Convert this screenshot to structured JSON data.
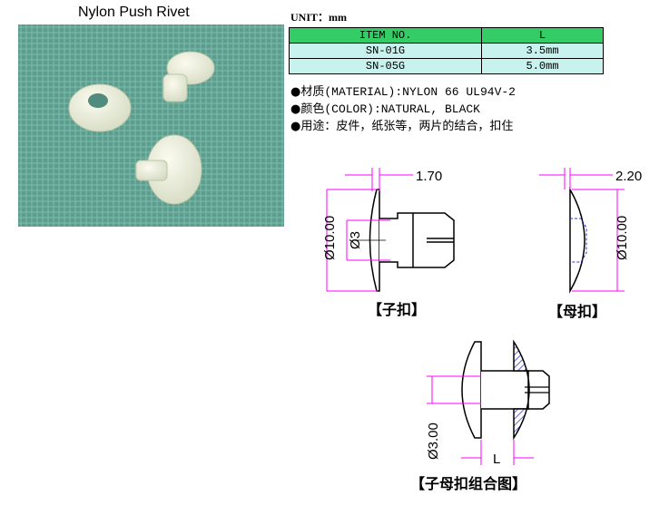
{
  "title": "Nylon Push Rivet",
  "unit_label": "UNIT：mm",
  "table": {
    "headers": [
      "ITEM NO.",
      "L"
    ],
    "rows": [
      [
        "SN-01G",
        "3.5mm"
      ],
      [
        "SN-05G",
        "5.0mm"
      ]
    ]
  },
  "specs": [
    "材质(MATERIAL):NYLON  66  UL94V-2",
    "颜色(COLOR):NATURAL, BLACK",
    "用途：皮件，纸张等，两片的结合，扣住"
  ],
  "bullet_glyph": "●",
  "drawings": {
    "male": {
      "caption": "【子扣】",
      "head_thickness": "1.70",
      "head_diameter": "Ø10.00",
      "shank_diameter": "Ø3"
    },
    "female": {
      "caption": "【母扣】",
      "head_thickness": "2.20",
      "head_diameter": "Ø10.00"
    },
    "assembly": {
      "caption": "【子母扣组合图】",
      "diameter": "Ø3.00",
      "length": "L"
    }
  },
  "colors": {
    "header_bg": "#33cc66",
    "row_bg": "#c8f2ee",
    "dimension_line": "#ff00ff",
    "hatch": "#3333cc",
    "photo_bg": "#5a9c8c"
  }
}
